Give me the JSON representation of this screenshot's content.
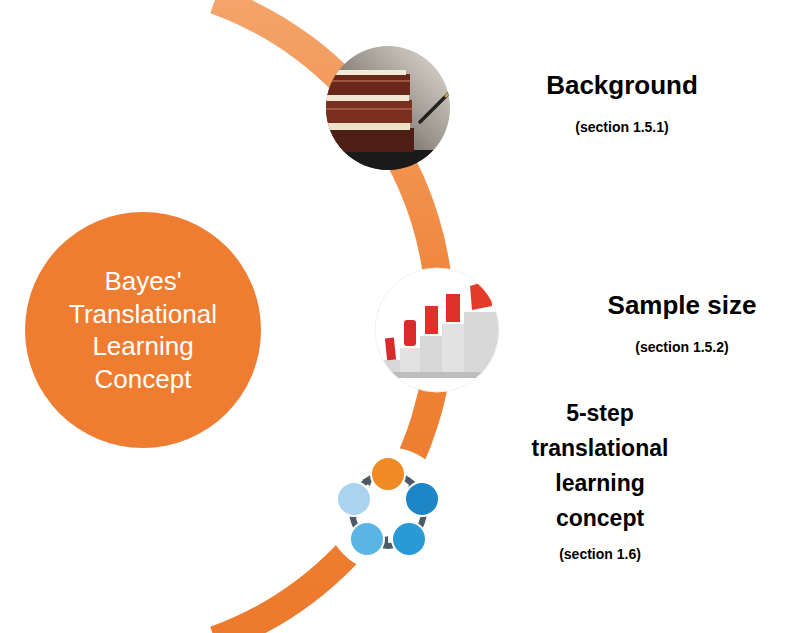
{
  "diagram": {
    "nodes": [
      {
        "text": [
          "Bayes' Translational Learning Concept"
        ]
      },
      {
        "text": [
          "Background",
          "(section 1.5.1)"
        ]
      },
      {
        "text": [
          "Sample size",
          "(section 1.5.2)"
        ]
      },
      {
        "text": [
          "5-step translational learning concept",
          "(section 1.6)"
        ]
      }
    ]
  }
}
